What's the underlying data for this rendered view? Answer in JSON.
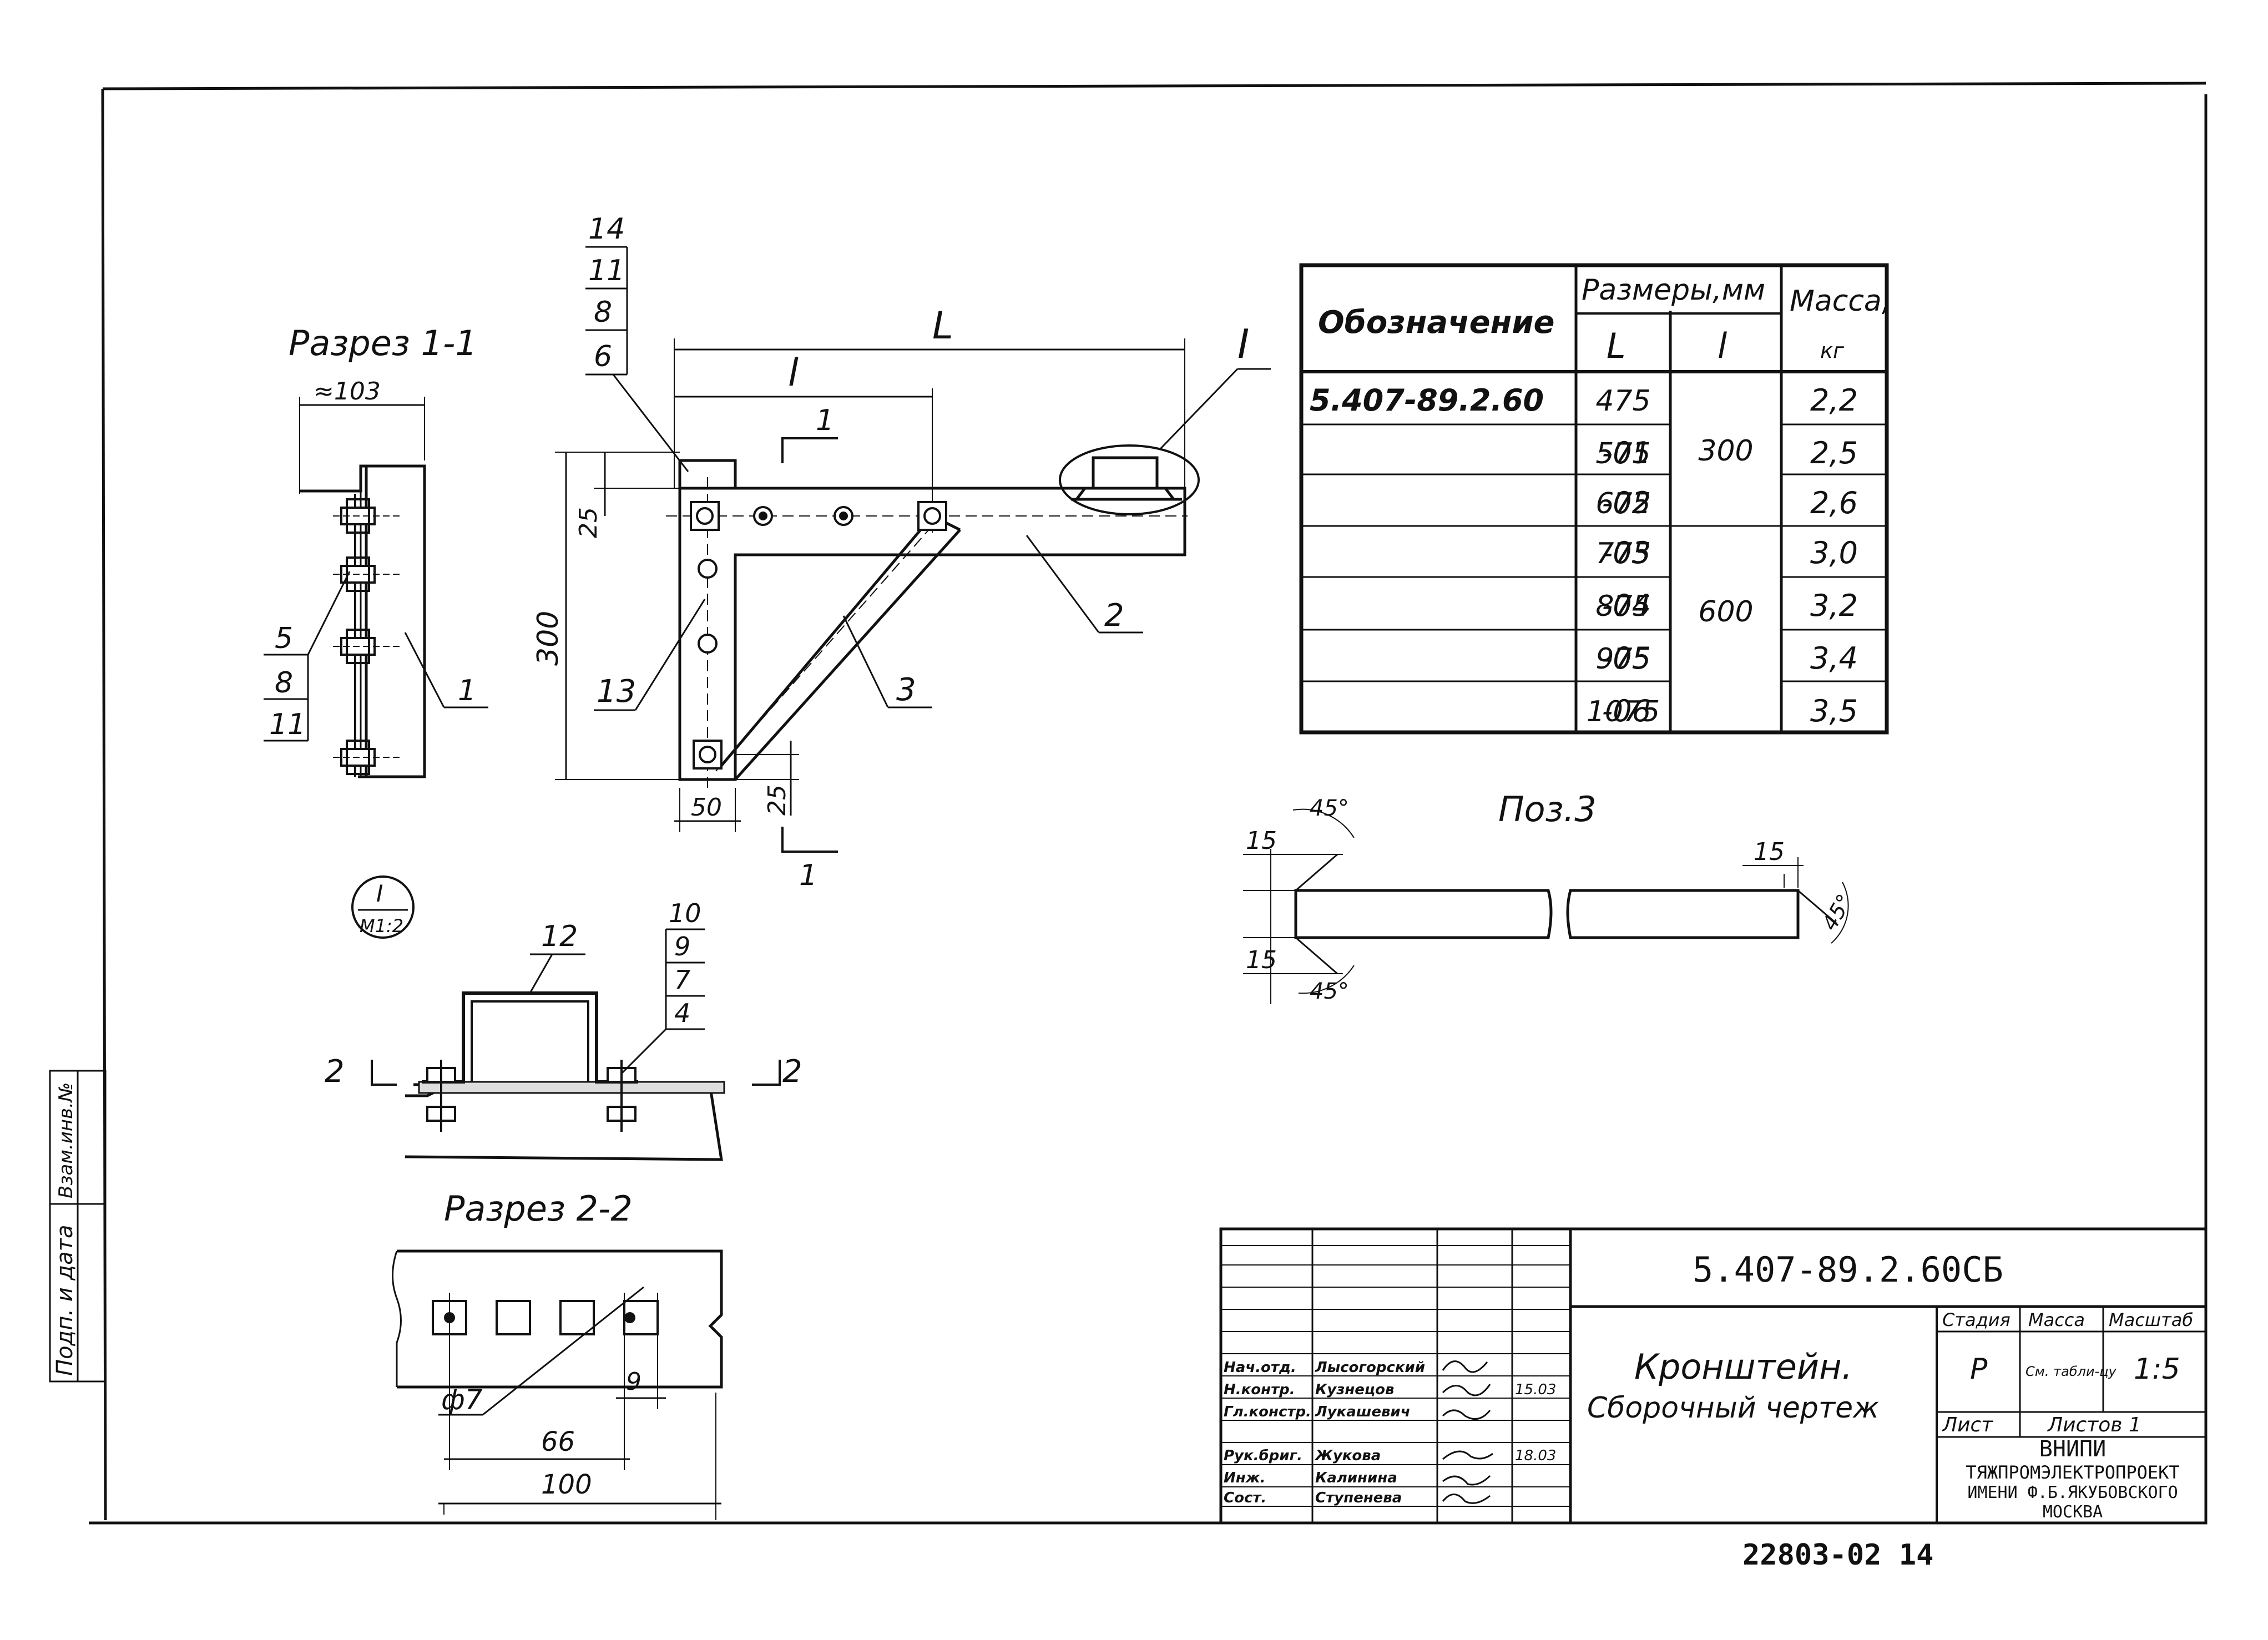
{
  "drawing": {
    "section_1_1_title": "Разрез 1-1",
    "section_2_2_title": "Разрез 2-2",
    "detail_ref": {
      "top": "I",
      "bottom": "М1:2"
    },
    "detail_mark": "I",
    "pos3_title": "Поз.3",
    "dims": {
      "L": "L",
      "l": "l",
      "d300": "300",
      "d25a": "25",
      "d25b": "25",
      "d50": "50",
      "d103": "≈103",
      "d15a": "15",
      "d15b": "15",
      "d15c": "15",
      "a45a": "45°",
      "a45b": "45°",
      "a45c": "45°",
      "phi7": "ф7",
      "d66": "66",
      "d9": "9",
      "d100": "100"
    },
    "cut_marks": {
      "c1a": "1",
      "c1b": "1",
      "c2a": "2",
      "c2b": "2"
    },
    "positions": {
      "p14": "14",
      "p11a": "11",
      "p8a": "8",
      "p6": "6",
      "p2": "2",
      "p3": "3",
      "p13": "13",
      "p1": "1",
      "p5": "5",
      "p8b": "8",
      "p11b": "11",
      "p12": "12",
      "p10": "10",
      "p9": "9",
      "p7": "7",
      "p4": "4"
    }
  },
  "spec_table": {
    "headers": {
      "designation": "Обозначение",
      "sizes": "Размеры,мм",
      "L": "L",
      "l": "l",
      "mass": "Масса,",
      "mass_unit": "кг"
    },
    "rows": [
      {
        "code": "5.407-89.2.60",
        "L": "475",
        "mass": "2,2"
      },
      {
        "code": "-01",
        "L": "575",
        "mass": "2,5"
      },
      {
        "code": "-02",
        "L": "675",
        "mass": "2,6"
      },
      {
        "code": "-03",
        "L": "775",
        "mass": "3,0"
      },
      {
        "code": "-04",
        "L": "875",
        "mass": "3,2"
      },
      {
        "code": "-05",
        "L": "975",
        "mass": "3,4"
      },
      {
        "code": "-06",
        "L": "1075",
        "mass": "3,5"
      }
    ],
    "l_groups": [
      "300",
      "600"
    ]
  },
  "title_block": {
    "doc_code": "5.407-89.2.60СБ",
    "title_line1": "Кронштейн.",
    "title_line2": "Сборочный чертеж",
    "stage_label": "Стадия",
    "mass_label": "Масса",
    "scale_label": "Масштаб",
    "stage": "Р",
    "mass_value": "См. табли-цу",
    "scale": "1:5",
    "sheet_label": "Лист",
    "sheets_label": "Листов 1",
    "org_line1": "ВНИПИ",
    "org_line2": "ТЯЖПРОМЭЛЕКТРОПРОЕКТ",
    "org_line3": "ИМЕНИ Ф.Б.ЯКУБОВСКОГО",
    "org_line4": "МОСКВА",
    "roles": [
      "Нач.отд.",
      "Н.контр.",
      "Гл.констр.",
      "Рук.бриг.",
      "Инж.",
      "Сост."
    ],
    "names": [
      "Лысогорский",
      "Кузнецов",
      "Лукашевич",
      "Жукова",
      "Калинина",
      "Ступенева"
    ],
    "dates": [
      "",
      "15.03",
      "",
      "18.03",
      "",
      ""
    ]
  },
  "stamp_left": {
    "line1": "Подп. и дата",
    "line2": "Взам.инв.№"
  },
  "footer_number": "22803-02  14"
}
